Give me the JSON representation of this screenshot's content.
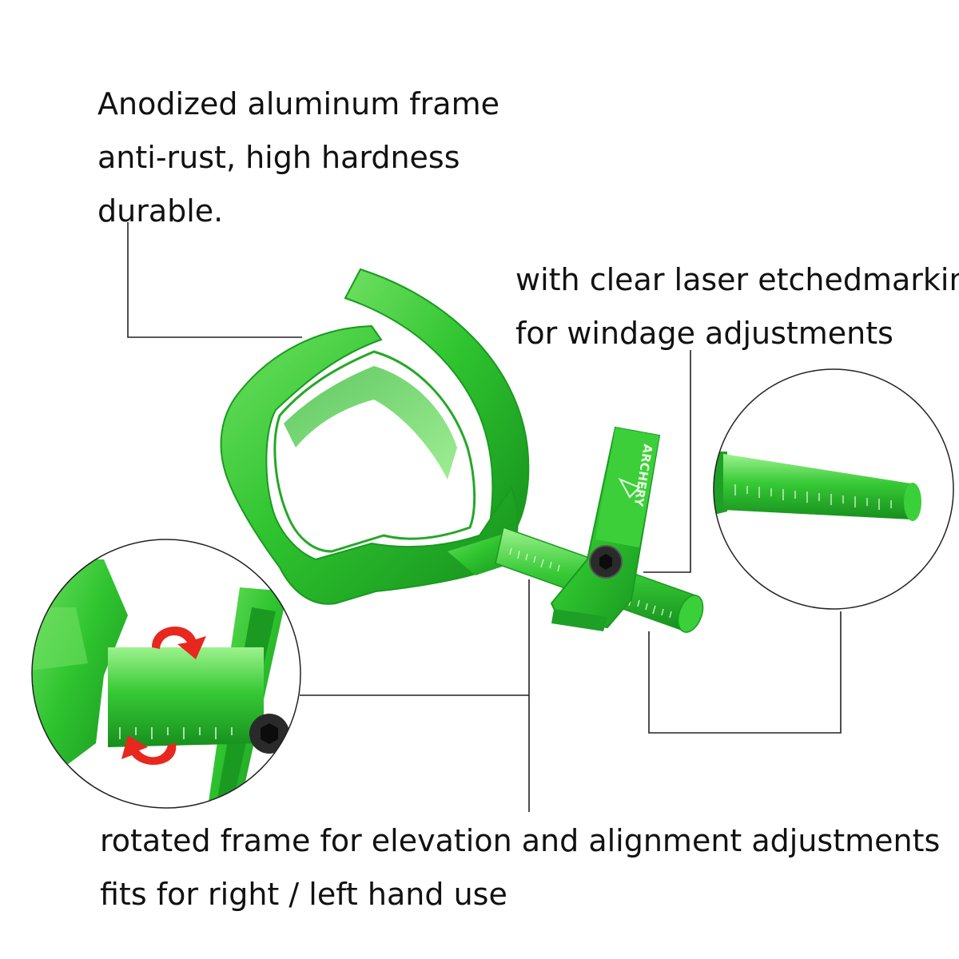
{
  "captions": {
    "frame": {
      "line1": "Anodized aluminum frame",
      "line2": "anti-rust, high hardness",
      "line3": "durable."
    },
    "windage": {
      "line1": "with clear laser etchedmarkings",
      "line2": "for windage adjustments"
    },
    "rotate": {
      "line1": "rotated frame for elevation and alignment adjustments",
      "line2": "fits for right / left hand use"
    }
  },
  "engraving": {
    "brand": "ARCHERY"
  },
  "colors": {
    "anodized_green": "#2fc42f",
    "green_dark": "#1a8f1f",
    "green_light": "#7be86f",
    "arrow_red": "#e8271e",
    "leader_line": "#222222"
  }
}
